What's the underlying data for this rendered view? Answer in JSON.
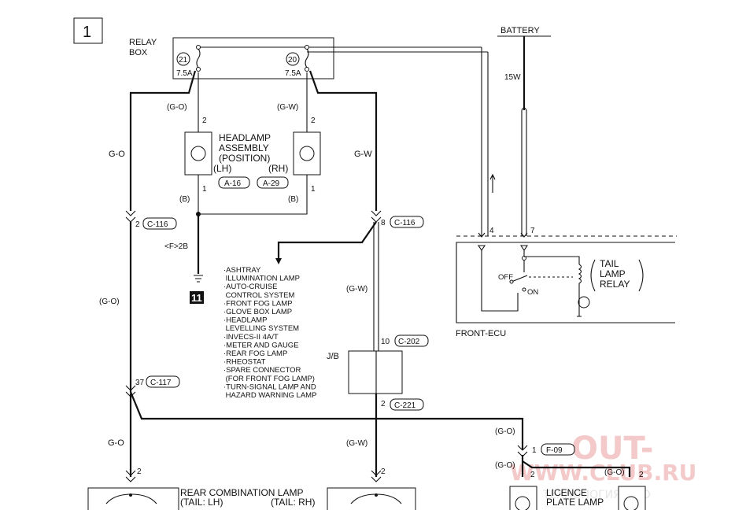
{
  "diagram_number": "1",
  "relay_box": {
    "line1": "RELAY",
    "line2": "BOX",
    "fuse_a": {
      "number": "21",
      "rating": "7.5A"
    },
    "fuse_b": {
      "number": "20",
      "rating": "7.5A"
    }
  },
  "battery": {
    "label": "BATTERY",
    "wire": "15W"
  },
  "headlamp": {
    "line1": "HEADLAMP",
    "line2": "ASSEMBLY",
    "line3": "(POSITION)",
    "lh": "(LH)",
    "rh": "(RH)",
    "conn_lh": "A-16",
    "conn_rh": "A-29"
  },
  "wires": {
    "g_o_paren": "(G-O)",
    "g_w_paren": "(G-W)",
    "g_o": "G-O",
    "g_w": "G-W",
    "b_paren": "(B)"
  },
  "pins": {
    "p1": "1",
    "p2": "2",
    "p4": "4",
    "p7": "7",
    "p8": "8",
    "p10": "10",
    "p37": "37"
  },
  "connectors": {
    "c116": "C-116",
    "c117": "C-117",
    "c202": "C-202",
    "c221": "C-221",
    "f09": "F-09"
  },
  "ground": {
    "splice": "<F>2B",
    "number": "11"
  },
  "jb": "J/B",
  "front_ecu": {
    "label": "FRONT-ECU",
    "off": "OFF",
    "on": "ON",
    "relay_line1": "TAIL",
    "relay_line2": "LAMP",
    "relay_line3": "RELAY"
  },
  "to_list": [
    "·ASHTRAY",
    " ILLUMINATION LAMP",
    "·AUTO-CRUISE",
    " CONTROL SYSTEM",
    "·FRONT FOG LAMP",
    "·GLOVE BOX LAMP",
    "·HEADLAMP",
    " LEVELLING SYSTEM",
    "·INVECS-II 4A/T",
    "·METER AND GAUGE",
    "·REAR FOG LAMP",
    "·RHEOSTAT",
    "·SPARE CONNECTOR",
    " (FOR FRONT FOG LAMP)",
    "·TURN-SIGNAL LAMP AND",
    " HAZARD WARNING LAMP"
  ],
  "rear_combination": {
    "line1": "REAR COMBINATION LAMP",
    "lh": "(TAIL: LH)",
    "rh": "(TAIL: RH)"
  },
  "licence_plate": {
    "line1": "LICENCE",
    "line2": "PLATE LAMP"
  },
  "watermark": {
    "line1": "OUT-",
    "line2": "WWW.CLUB.RU",
    "line3": "ТЕХНОЛОГИЯ 4WD"
  }
}
